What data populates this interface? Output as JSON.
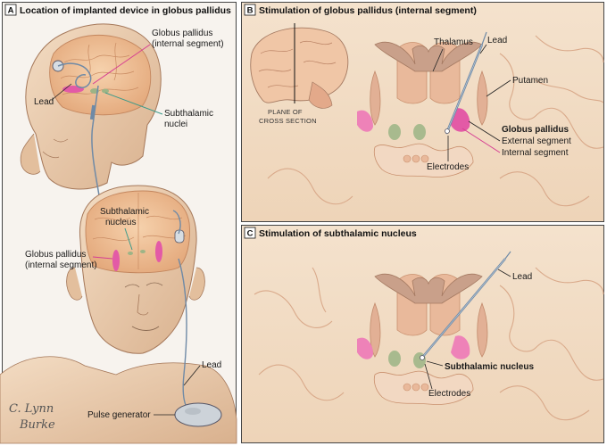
{
  "panels": {
    "a": {
      "letter": "A",
      "title": "Location of implanted device in globus pallidus",
      "labels": {
        "gp_top_1": "Globus pallidus",
        "gp_top_2": "(internal segment)",
        "lead_top": "Lead",
        "stn_top_1": "Subthalamic",
        "stn_top_2": "nuclei",
        "stn_bot_1": "Subthalamic",
        "stn_bot_2": "nucleus",
        "gp_bot_1": "Globus pallidus",
        "gp_bot_2": "(internal segment)",
        "lead_bot": "Lead",
        "pulse": "Pulse generator"
      },
      "signature_1": "C. Lynn",
      "signature_2": "Burke"
    },
    "b": {
      "letter": "B",
      "title": "Stimulation of globus pallidus (internal segment)",
      "labels": {
        "thalamus": "Thalamus",
        "lead": "Lead",
        "putamen": "Putamen",
        "plane_1": "PLANE OF",
        "plane_2": "CROSS SECTION",
        "gp": "Globus pallidus",
        "ext": "External segment",
        "int": "Internal segment",
        "electrodes": "Electrodes"
      }
    },
    "c": {
      "letter": "C",
      "title": "Stimulation of subthalamic nucleus",
      "labels": {
        "lead": "Lead",
        "stn": "Subthalamic nucleus",
        "electrodes": "Electrodes"
      }
    }
  },
  "colors": {
    "skin": "#e9c9a9",
    "brain": "#efc19a",
    "tissue": "#f0dcc4",
    "gp_internal": "#e35aa6",
    "stn": "#9db486",
    "deep_gray": "#b38d7a",
    "lead": "#6f8aa6"
  }
}
